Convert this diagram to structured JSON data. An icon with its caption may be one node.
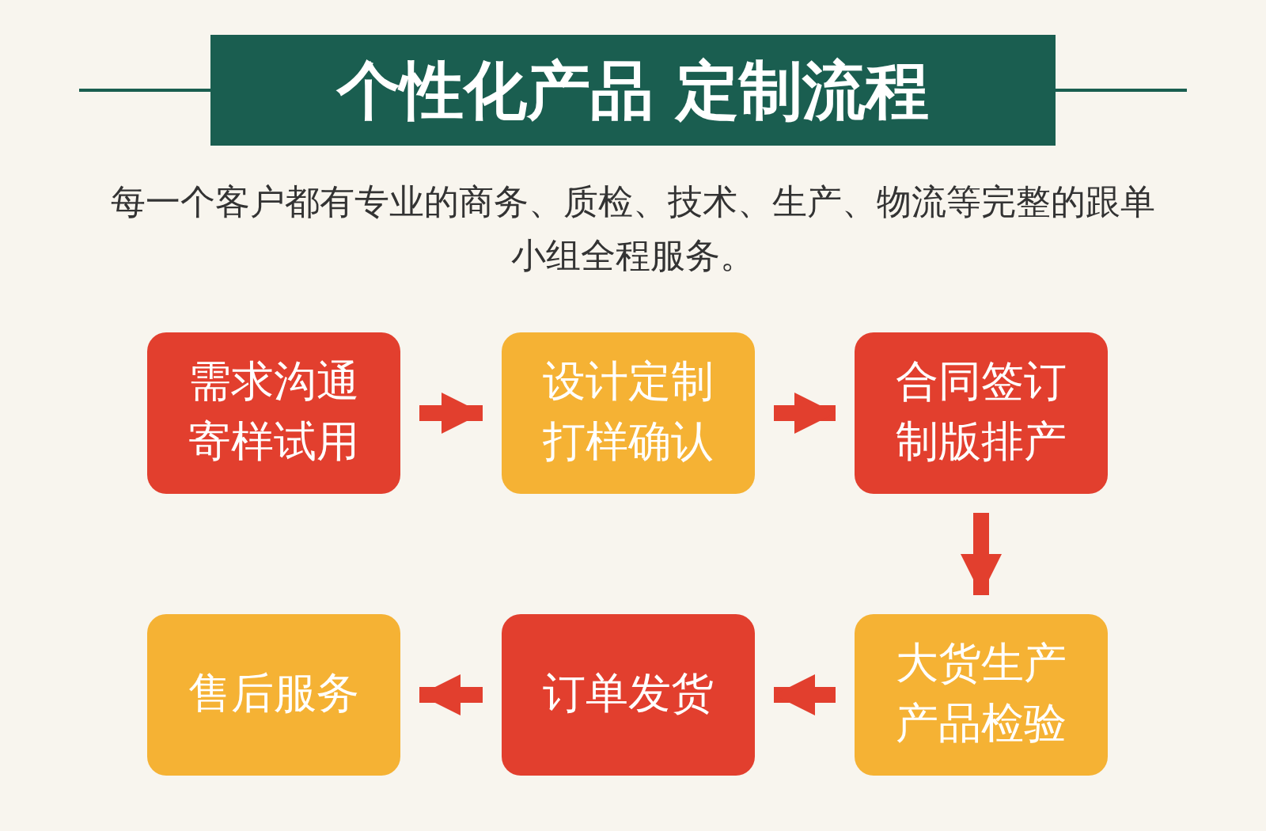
{
  "diagram": {
    "title": "个性化产品 定制流程",
    "nodes": [
      {
        "text": [
          "需求沟通寄样试用"
        ]
      },
      {
        "text": [
          "设计定制打样确认"
        ]
      },
      {
        "text": [
          "合同签订制版排产"
        ]
      },
      {
        "text": [
          "售后服务"
        ]
      },
      {
        "text": [
          "订单发货"
        ]
      },
      {
        "text": [
          "大货生产产品检验"
        ]
      }
    ],
    "edges": [
      {
        "from": 0,
        "to": 1,
        "arrow": "to"
      },
      {
        "from": 1,
        "to": 2,
        "arrow": "to"
      },
      {
        "from": 2,
        "to": 5,
        "arrow": "to"
      },
      {
        "from": 5,
        "to": 4,
        "arrow": "to"
      },
      {
        "from": 4,
        "to": 3,
        "arrow": "to"
      }
    ],
    "labels": [
      "每一个客户都有专业的商务、质检、技术、生产、物流等完整的跟单小组全程服务。"
    ]
  }
}
